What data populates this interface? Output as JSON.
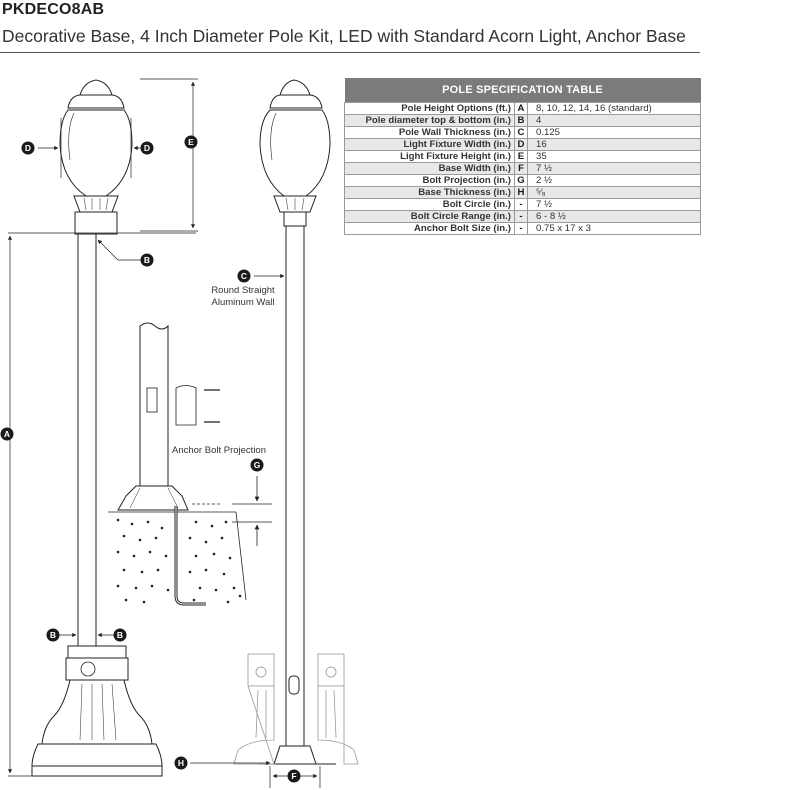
{
  "header": {
    "title": "PKDECO8AB",
    "subtitle": "Decorative Base, 4 Inch Diameter Pole Kit, LED with Standard Acorn Light, Anchor Base"
  },
  "table": {
    "title": "POLE SPECIFICATION TABLE",
    "rows": [
      {
        "label": "Pole Height Options (ft.)",
        "code": "A",
        "value": "8, 10, 12, 14, 16 (standard)"
      },
      {
        "label": "Pole diameter top & bottom (in.)",
        "code": "B",
        "value": "4"
      },
      {
        "label": "Pole Wall Thickness (in.)",
        "code": "C",
        "value": "0.125"
      },
      {
        "label": "Light Fixture Width (in.)",
        "code": "D",
        "value": "16"
      },
      {
        "label": "Light Fixture Height (in.)",
        "code": "E",
        "value": "35"
      },
      {
        "label": "Base Width (in.)",
        "code": "F",
        "value": "7 ½"
      },
      {
        "label": "Bolt Projection (in.)",
        "code": "G",
        "value": "2 ½"
      },
      {
        "label": "Base Thickness (in.)",
        "code": "H",
        "value": "⁵⁄₈"
      },
      {
        "label": "Bolt Circle (in.)",
        "code": "-",
        "value": "7 ½"
      },
      {
        "label": "Bolt Circle Range (in.)",
        "code": "-",
        "value": "6 - 8 ½"
      },
      {
        "label": "Anchor Bolt Size (in.)",
        "code": "-",
        "value": "0.75 x 17 x 3"
      }
    ]
  },
  "diagram": {
    "callout_c_line1": "Round Straight",
    "callout_c_line2": "Aluminum Wall",
    "anchor_bolt_label": "Anchor Bolt Projection",
    "badges": {
      "a": "A",
      "b": "B",
      "c": "C",
      "d": "D",
      "e": "E",
      "f": "F",
      "g": "G",
      "h": "H"
    }
  },
  "colors": {
    "table_header": "#7b7b7b",
    "row_shade": "#e8e8e8",
    "badge": "#1a1a1a"
  }
}
